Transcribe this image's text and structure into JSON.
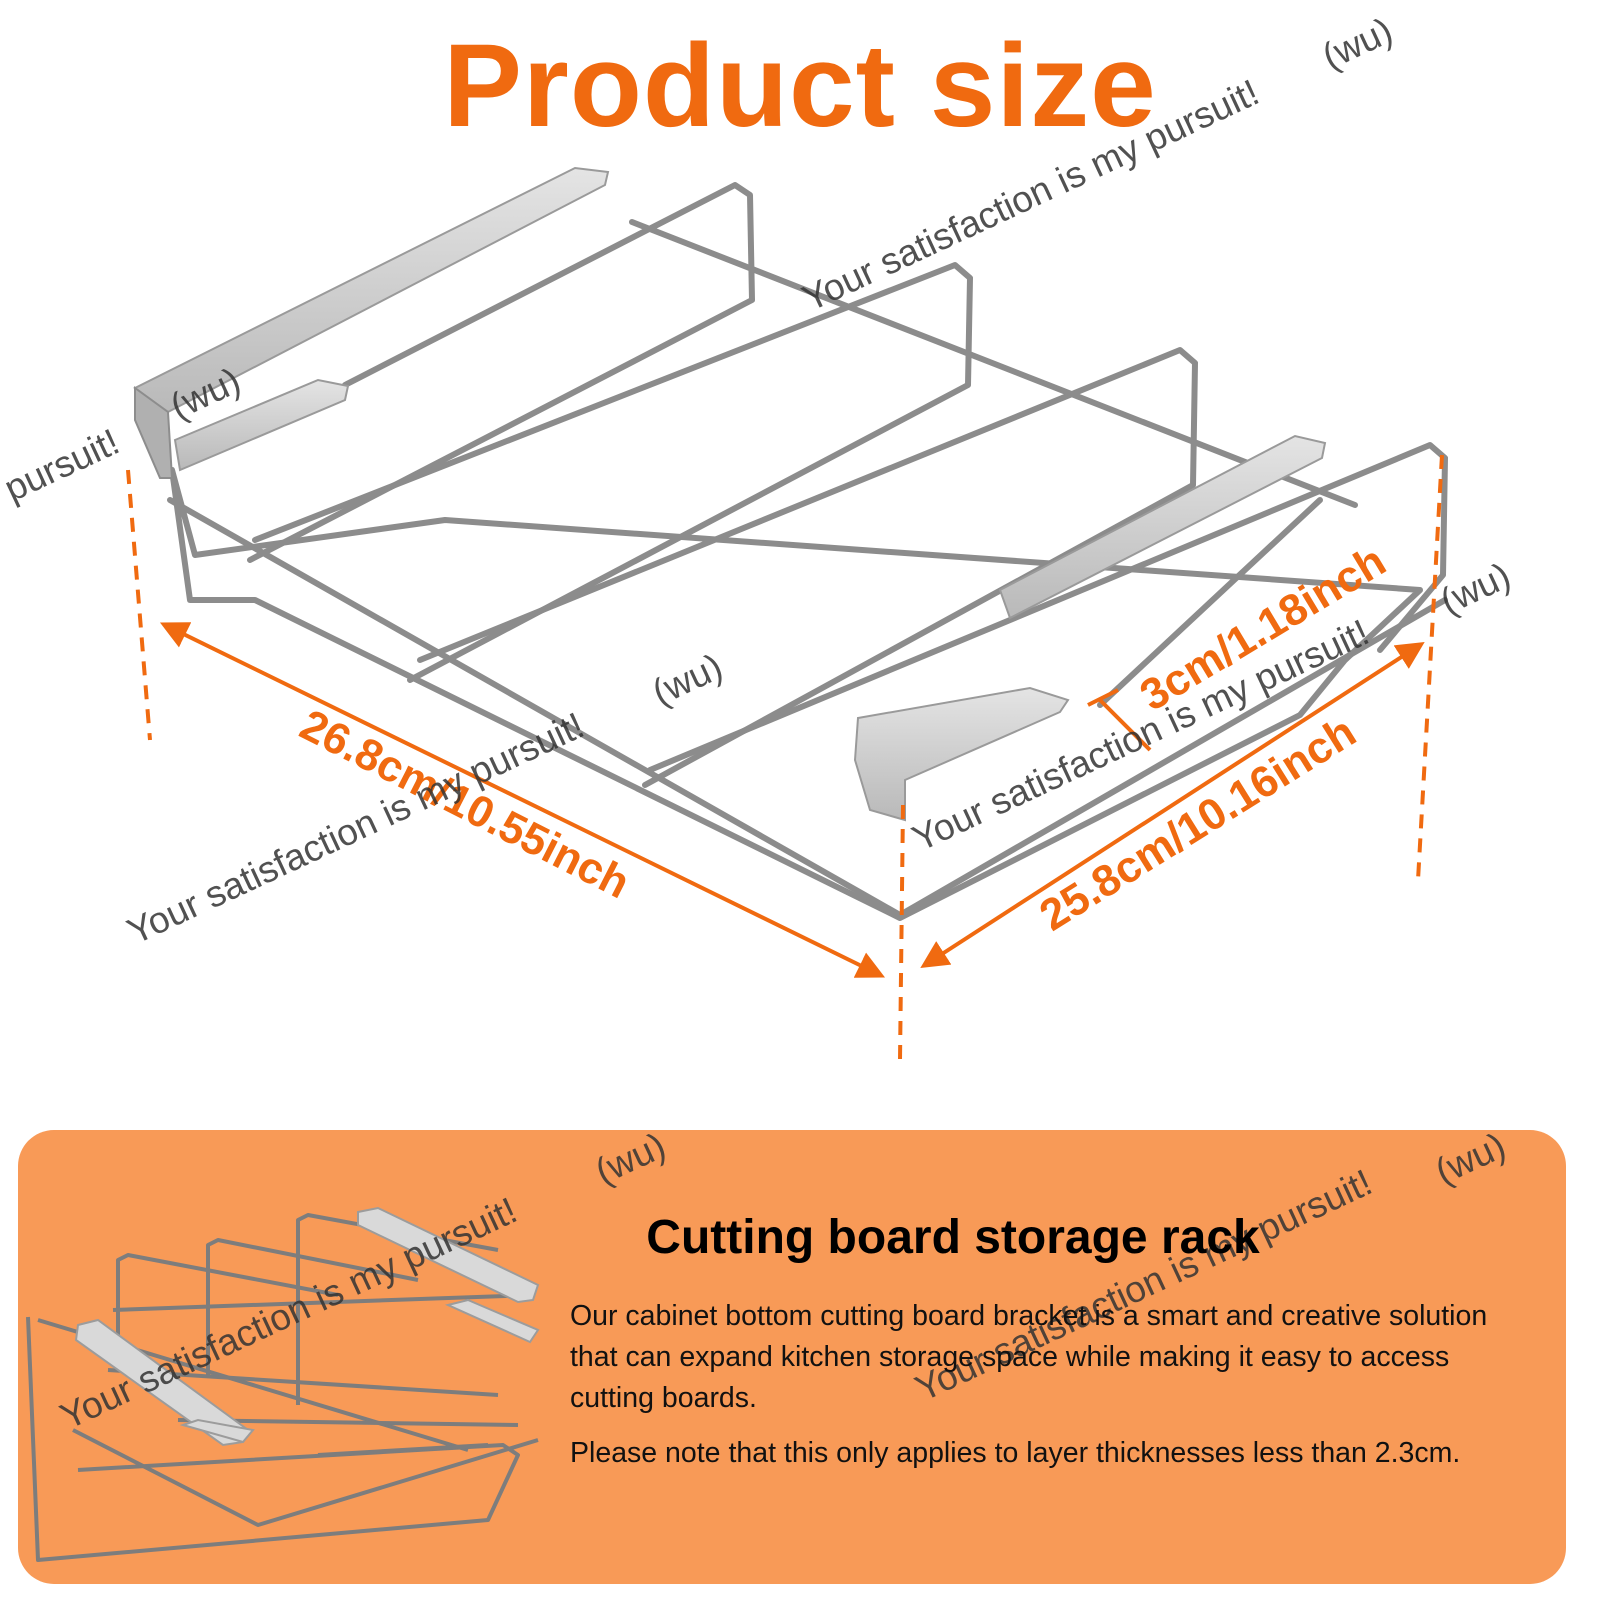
{
  "header": {
    "title": "Product size"
  },
  "dimensions": {
    "length": "26.8cm/10.55inch",
    "width": "25.8cm/10.16inch",
    "height": "3cm/1.18inch"
  },
  "watermark": {
    "text": "Your satisfaction is my pursuit!",
    "fragment": "pursuit!",
    "tag": "(wu)"
  },
  "panel": {
    "title": "Cutting board storage rack",
    "paragraph1": "Our cabinet bottom cutting board bracket is a smart and creative solution that can expand kitchen storage space while making it easy to access cutting boards.",
    "paragraph2": "Please note that this only applies to layer thicknesses less than 2.3cm."
  },
  "colors": {
    "accent": "#f06a10",
    "panel_bg": "#f89a57",
    "wire": "#8c8c8c",
    "plate": "#c8c8c8"
  }
}
